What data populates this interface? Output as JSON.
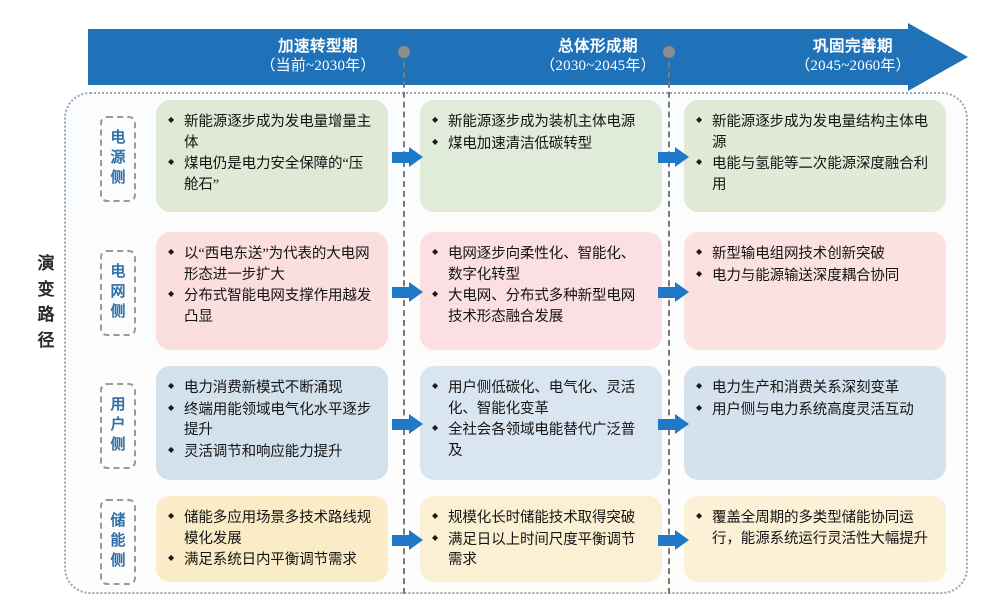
{
  "axis_title": "演变路径",
  "timeline": {
    "phases": [
      {
        "name": "加速转型期",
        "range": "（当前~2030年）"
      },
      {
        "name": "总体形成期",
        "range": "（2030~2045年）"
      },
      {
        "name": "巩固完善期",
        "range": "（2045~2060年）"
      }
    ]
  },
  "rows": [
    {
      "label": "电源侧",
      "cells": [
        {
          "bullets": [
            "新能源逐步成为发电量增量主体",
            "煤电仍是电力安全保障的“压舱石”"
          ]
        },
        {
          "bullets": [
            "新能源逐步成为装机主体电源",
            "煤电加速清洁低碳转型"
          ]
        },
        {
          "bullets": [
            "新能源逐步成为发电量结构主体电源",
            "电能与氢能等二次能源深度融合利用"
          ]
        }
      ]
    },
    {
      "label": "电网侧",
      "cells": [
        {
          "bullets": [
            "以“西电东送”为代表的大电网形态进一步扩大",
            "分布式智能电网支撑作用越发凸显"
          ]
        },
        {
          "bullets": [
            "电网逐步向柔性化、智能化、数字化转型",
            "大电网、分布式多种新型电网技术形态融合发展"
          ]
        },
        {
          "bullets": [
            "新型输电组网技术创新突破",
            "电力与能源输送深度耦合协同"
          ]
        }
      ]
    },
    {
      "label": "用户侧",
      "cells": [
        {
          "bullets": [
            "电力消费新模式不断涌现",
            "终端用能领域电气化水平逐步提升",
            "灵活调节和响应能力提升"
          ]
        },
        {
          "bullets": [
            "用户侧低碳化、电气化、灵活化、智能化变革",
            "全社会各领域电能替代广泛普及"
          ]
        },
        {
          "bullets": [
            "电力生产和消费关系深刻变革",
            "用户侧与电力系统高度灵活互动"
          ]
        }
      ]
    },
    {
      "label": "储能侧",
      "cells": [
        {
          "bullets": [
            "储能多应用场景多技术路线规模化发展",
            "满足系统日内平衡调节需求"
          ]
        },
        {
          "bullets": [
            "规模化长时储能技术取得突破",
            "满足日以上时间尺度平衡调节需求"
          ]
        },
        {
          "bullets": [
            "覆盖全周期的多类型储能协同运行，能源系统运行灵活性大幅提升"
          ]
        }
      ]
    }
  ],
  "colors": {
    "timeline_blue": "#1f72b8",
    "arrow_blue": "#2079c8",
    "row_label_text": "#2f6fa8",
    "row_1_card": "#dfe9d6",
    "row_2_card": "#fbdfdf",
    "row_3_card": "#d3e1ed",
    "row_4_card": "#fbecc8"
  }
}
